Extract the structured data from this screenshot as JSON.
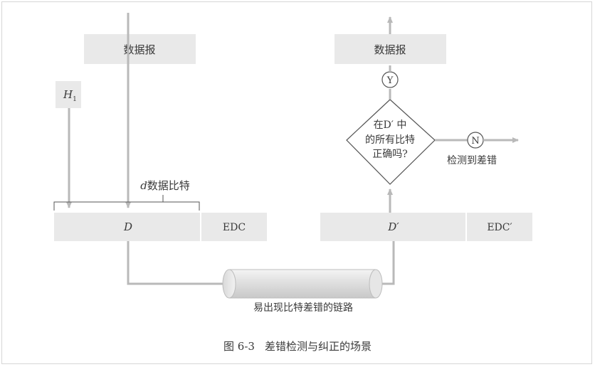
{
  "sender": {
    "datagram_label": "数据报",
    "header_label": "H",
    "header_subscript": "1",
    "d_bits_label": "d数据比特",
    "d_field_label": "D",
    "edc_label": "EDC"
  },
  "receiver": {
    "datagram_label": "数据报",
    "yes_label": "Y",
    "decision_lines": [
      "在D′ 中",
      "的所有比特",
      "正确吗?"
    ],
    "no_label": "N",
    "error_detected_label": "检测到差错",
    "d_field_label": "D′",
    "edc_label": "EDC′"
  },
  "link": {
    "label": "易出现比特差错的链路"
  },
  "caption": {
    "number": "图 6-3",
    "text": "差错检测与纠正的场景"
  },
  "colors": {
    "box_fill": "#e9e9e9",
    "line": "#b9b9b9",
    "text": "#3a3a3a"
  }
}
